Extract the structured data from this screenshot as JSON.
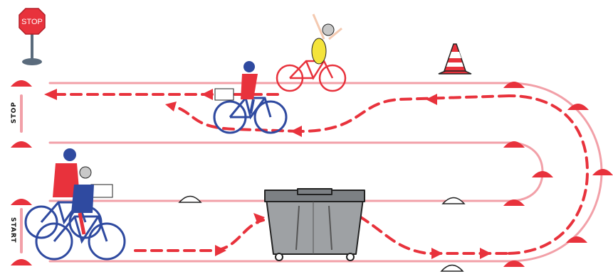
{
  "scene": {
    "title": "",
    "signs": {
      "stop_sign_text": "STOP"
    },
    "lane_labels": {
      "stop": "STOP",
      "start": "START"
    },
    "colors": {
      "course_line": "#f2a0a8",
      "dash_arrow": "#e8323c",
      "cone_red": "#e8323c",
      "cone_white": "#ffffff",
      "bike_blue": "#2f4aa0",
      "bike_red": "#e8323c",
      "bin_grey": "#9ea1a4",
      "rider_yellow": "#f4e43c",
      "sign_red": "#e8323c",
      "sign_pole": "#5a6b7c"
    },
    "icons": [
      "stop-sign-icon",
      "traffic-cone-icon",
      "bicycle-icon",
      "wheelie-bin-icon",
      "disc-cone-icon",
      "arrow-icon"
    ]
  }
}
